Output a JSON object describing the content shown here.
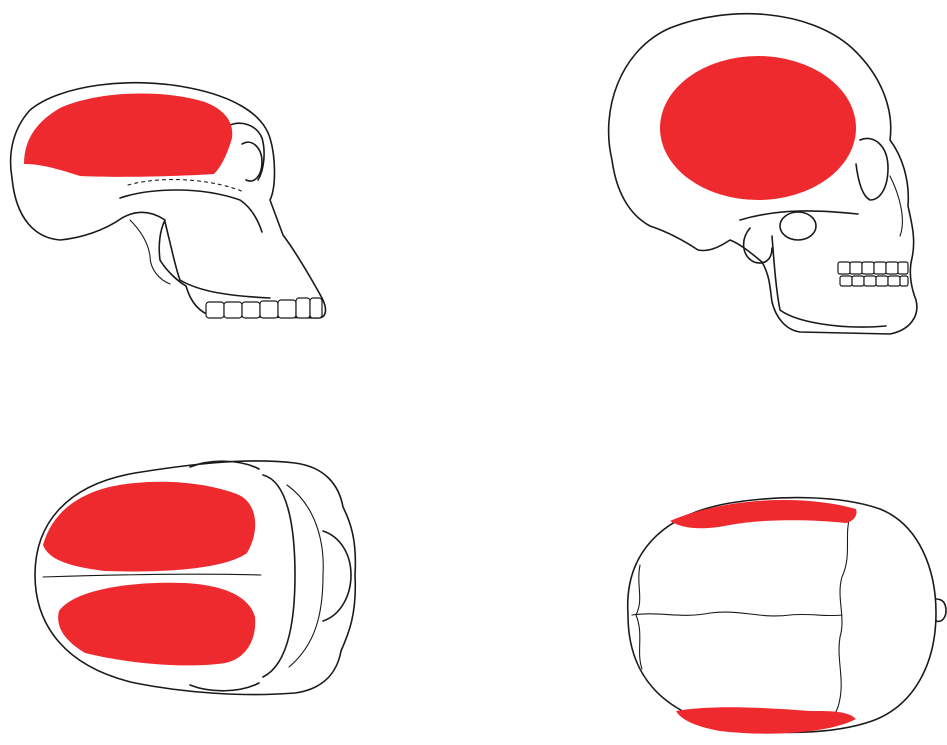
{
  "colors": {
    "muscle_area": "#ee2a2f",
    "outline": "#1a1a1a",
    "background": "#ffffff"
  },
  "panels": [
    {
      "id": "ape-skull-lateral",
      "view": "lateral",
      "specimen": "ape"
    },
    {
      "id": "human-skull-lateral",
      "view": "lateral",
      "specimen": "human"
    },
    {
      "id": "ape-skull-superior",
      "view": "superior",
      "specimen": "ape"
    },
    {
      "id": "human-skull-superior",
      "view": "superior",
      "specimen": "human"
    }
  ]
}
